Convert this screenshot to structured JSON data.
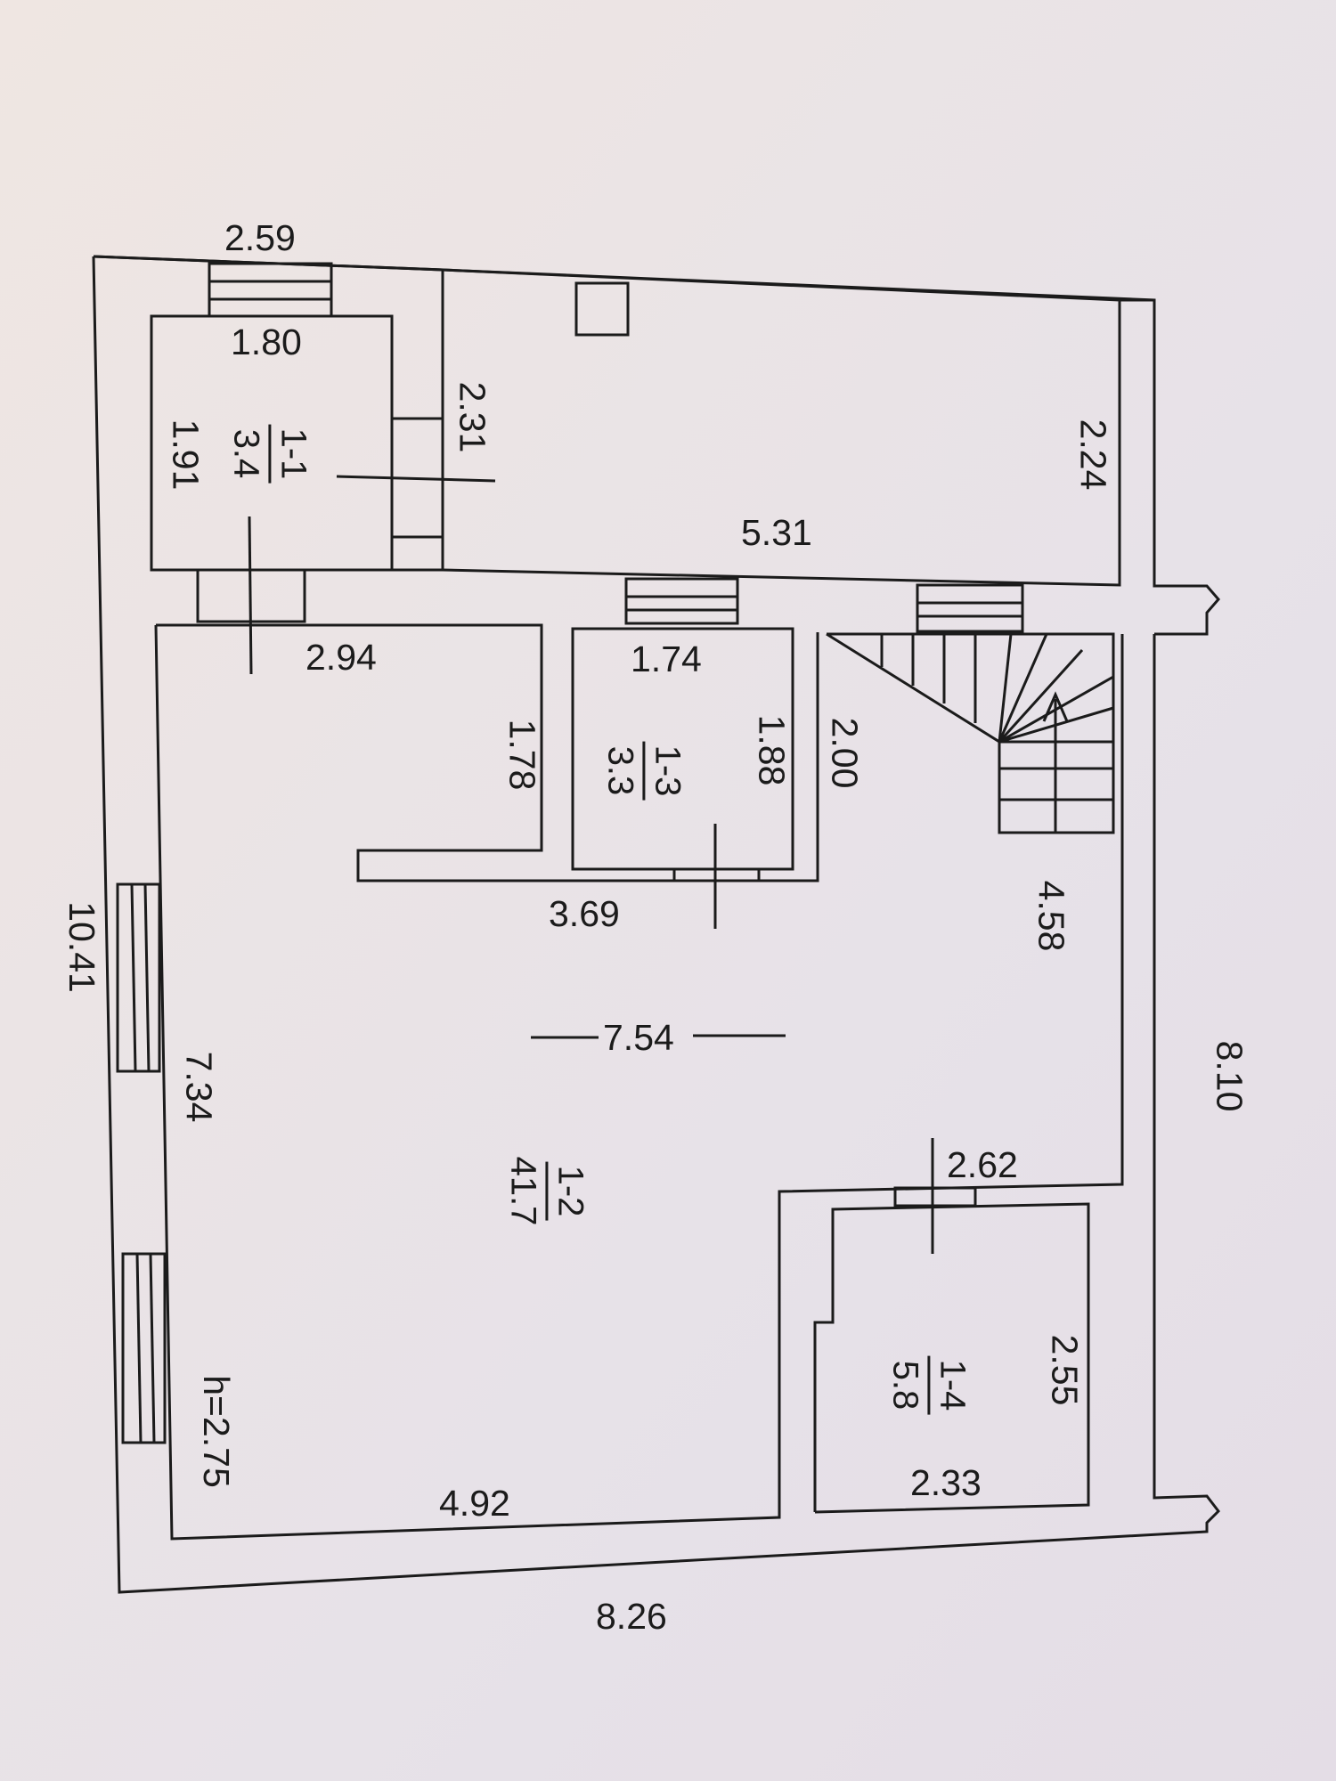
{
  "plan": {
    "overall": {
      "top": "2.59",
      "left": "10.41",
      "right": "8.10",
      "bottom": "8.26"
    },
    "rooms": [
      {
        "id": "room-1-1",
        "number": "1-1",
        "area": "3.4"
      },
      {
        "id": "room-1-2",
        "number": "1-2",
        "area": "41.7"
      },
      {
        "id": "room-1-3",
        "number": "1-3",
        "area": "3.3"
      },
      {
        "id": "room-1-4",
        "number": "1-4",
        "area": "5.8"
      }
    ],
    "dimensions": {
      "d_1_80": "1.80",
      "d_1_91": "1.91",
      "d_2_31": "2.31",
      "d_2_24": "2.24",
      "d_5_31": "5.31",
      "d_2_94": "2.94",
      "d_1_78": "1.78",
      "d_1_74": "1.74",
      "d_1_88": "1.88",
      "d_2_00": "2.00",
      "d_3_69": "3.69",
      "d_4_58": "4.58",
      "d_7_54": "7.54",
      "d_7_34": "7.34",
      "d_2_62": "2.62",
      "d_2_55": "2.55",
      "d_2_33": "2.33",
      "d_4_92": "4.92",
      "ceiling_height": "h=2.75"
    }
  }
}
